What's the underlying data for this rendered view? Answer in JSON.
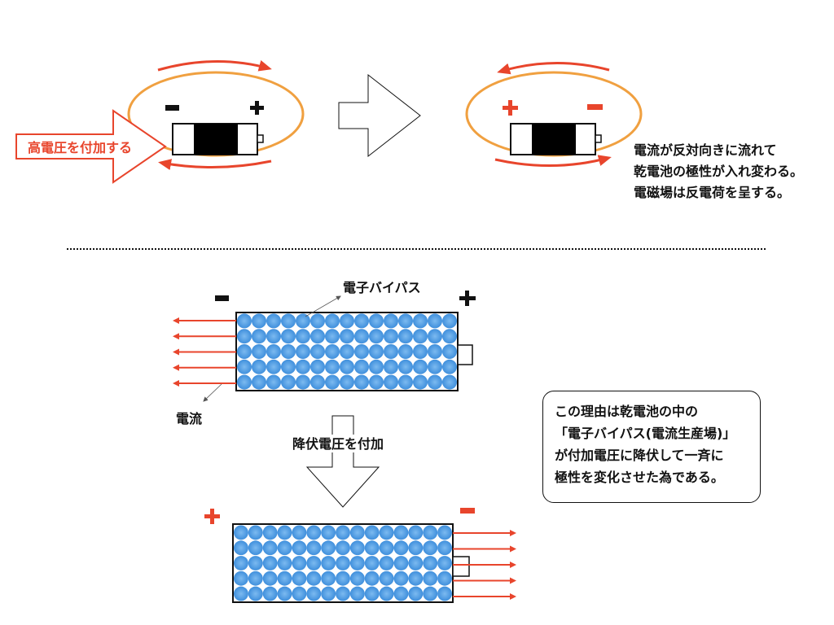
{
  "colors": {
    "accent_red": "#e8452c",
    "circuit_orange": "#f0a040",
    "electron_blue": "#4f9be0",
    "electron_blue_light": "#7cbaf0",
    "outline": "#111111"
  },
  "top_section": {
    "left_diagram": {
      "minus_sign": "-",
      "plus_sign": "+",
      "apply_voltage_label": "高電圧を付加する",
      "current_direction": "clockwise"
    },
    "transition_arrow": "right-arrow",
    "right_diagram": {
      "plus_sign": "+",
      "minus_sign": "-",
      "current_direction": "counterclockwise"
    },
    "explanation": [
      "電流が反対向きに流れて",
      "乾電池の極性が入れ変わる。",
      "電磁場は反電荷を呈する。"
    ]
  },
  "separator": "dotted-line",
  "bottom_section": {
    "upper_battery": {
      "minus_sign": "-",
      "plus_sign": "+",
      "bypass_label": "電子バイパス",
      "current_label": "電流",
      "electron_rows": 5,
      "electron_cols": 15,
      "current_arrows": 5,
      "current_direction": "left"
    },
    "breakdown_label": "降伏電圧を付加",
    "lower_battery": {
      "plus_sign": "+",
      "minus_sign": "-",
      "electron_rows": 5,
      "electron_cols": 15,
      "current_arrows": 5,
      "current_direction": "right"
    },
    "reason_box": [
      "この理由は乾電池の中の",
      "「電子バイパス(電流生産場)」",
      "が付加電圧に降伏して一斉に",
      "極性を変化させた為である。"
    ]
  }
}
